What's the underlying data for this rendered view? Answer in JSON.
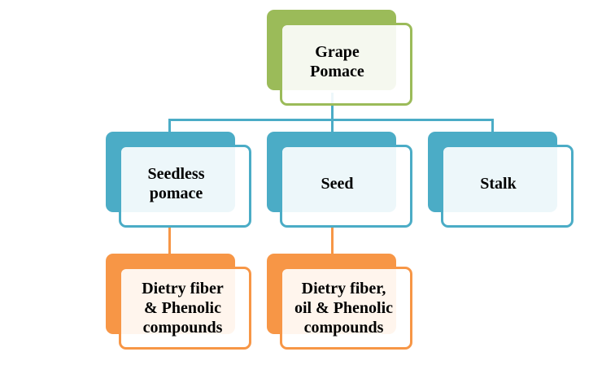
{
  "colors": {
    "root": "#9BBB59",
    "level1": "#4BACC6",
    "level2": "#F79646"
  },
  "root": {
    "label": "Grape\nPomace"
  },
  "level1": [
    {
      "label": "Seedless\npomace"
    },
    {
      "label": "Seed"
    },
    {
      "label": "Stalk"
    }
  ],
  "level2": [
    {
      "label": "Dietry fiber\n& Phenolic\ncompounds"
    },
    {
      "label": "Dietry fiber,\noil & Phenolic\ncompounds"
    }
  ]
}
